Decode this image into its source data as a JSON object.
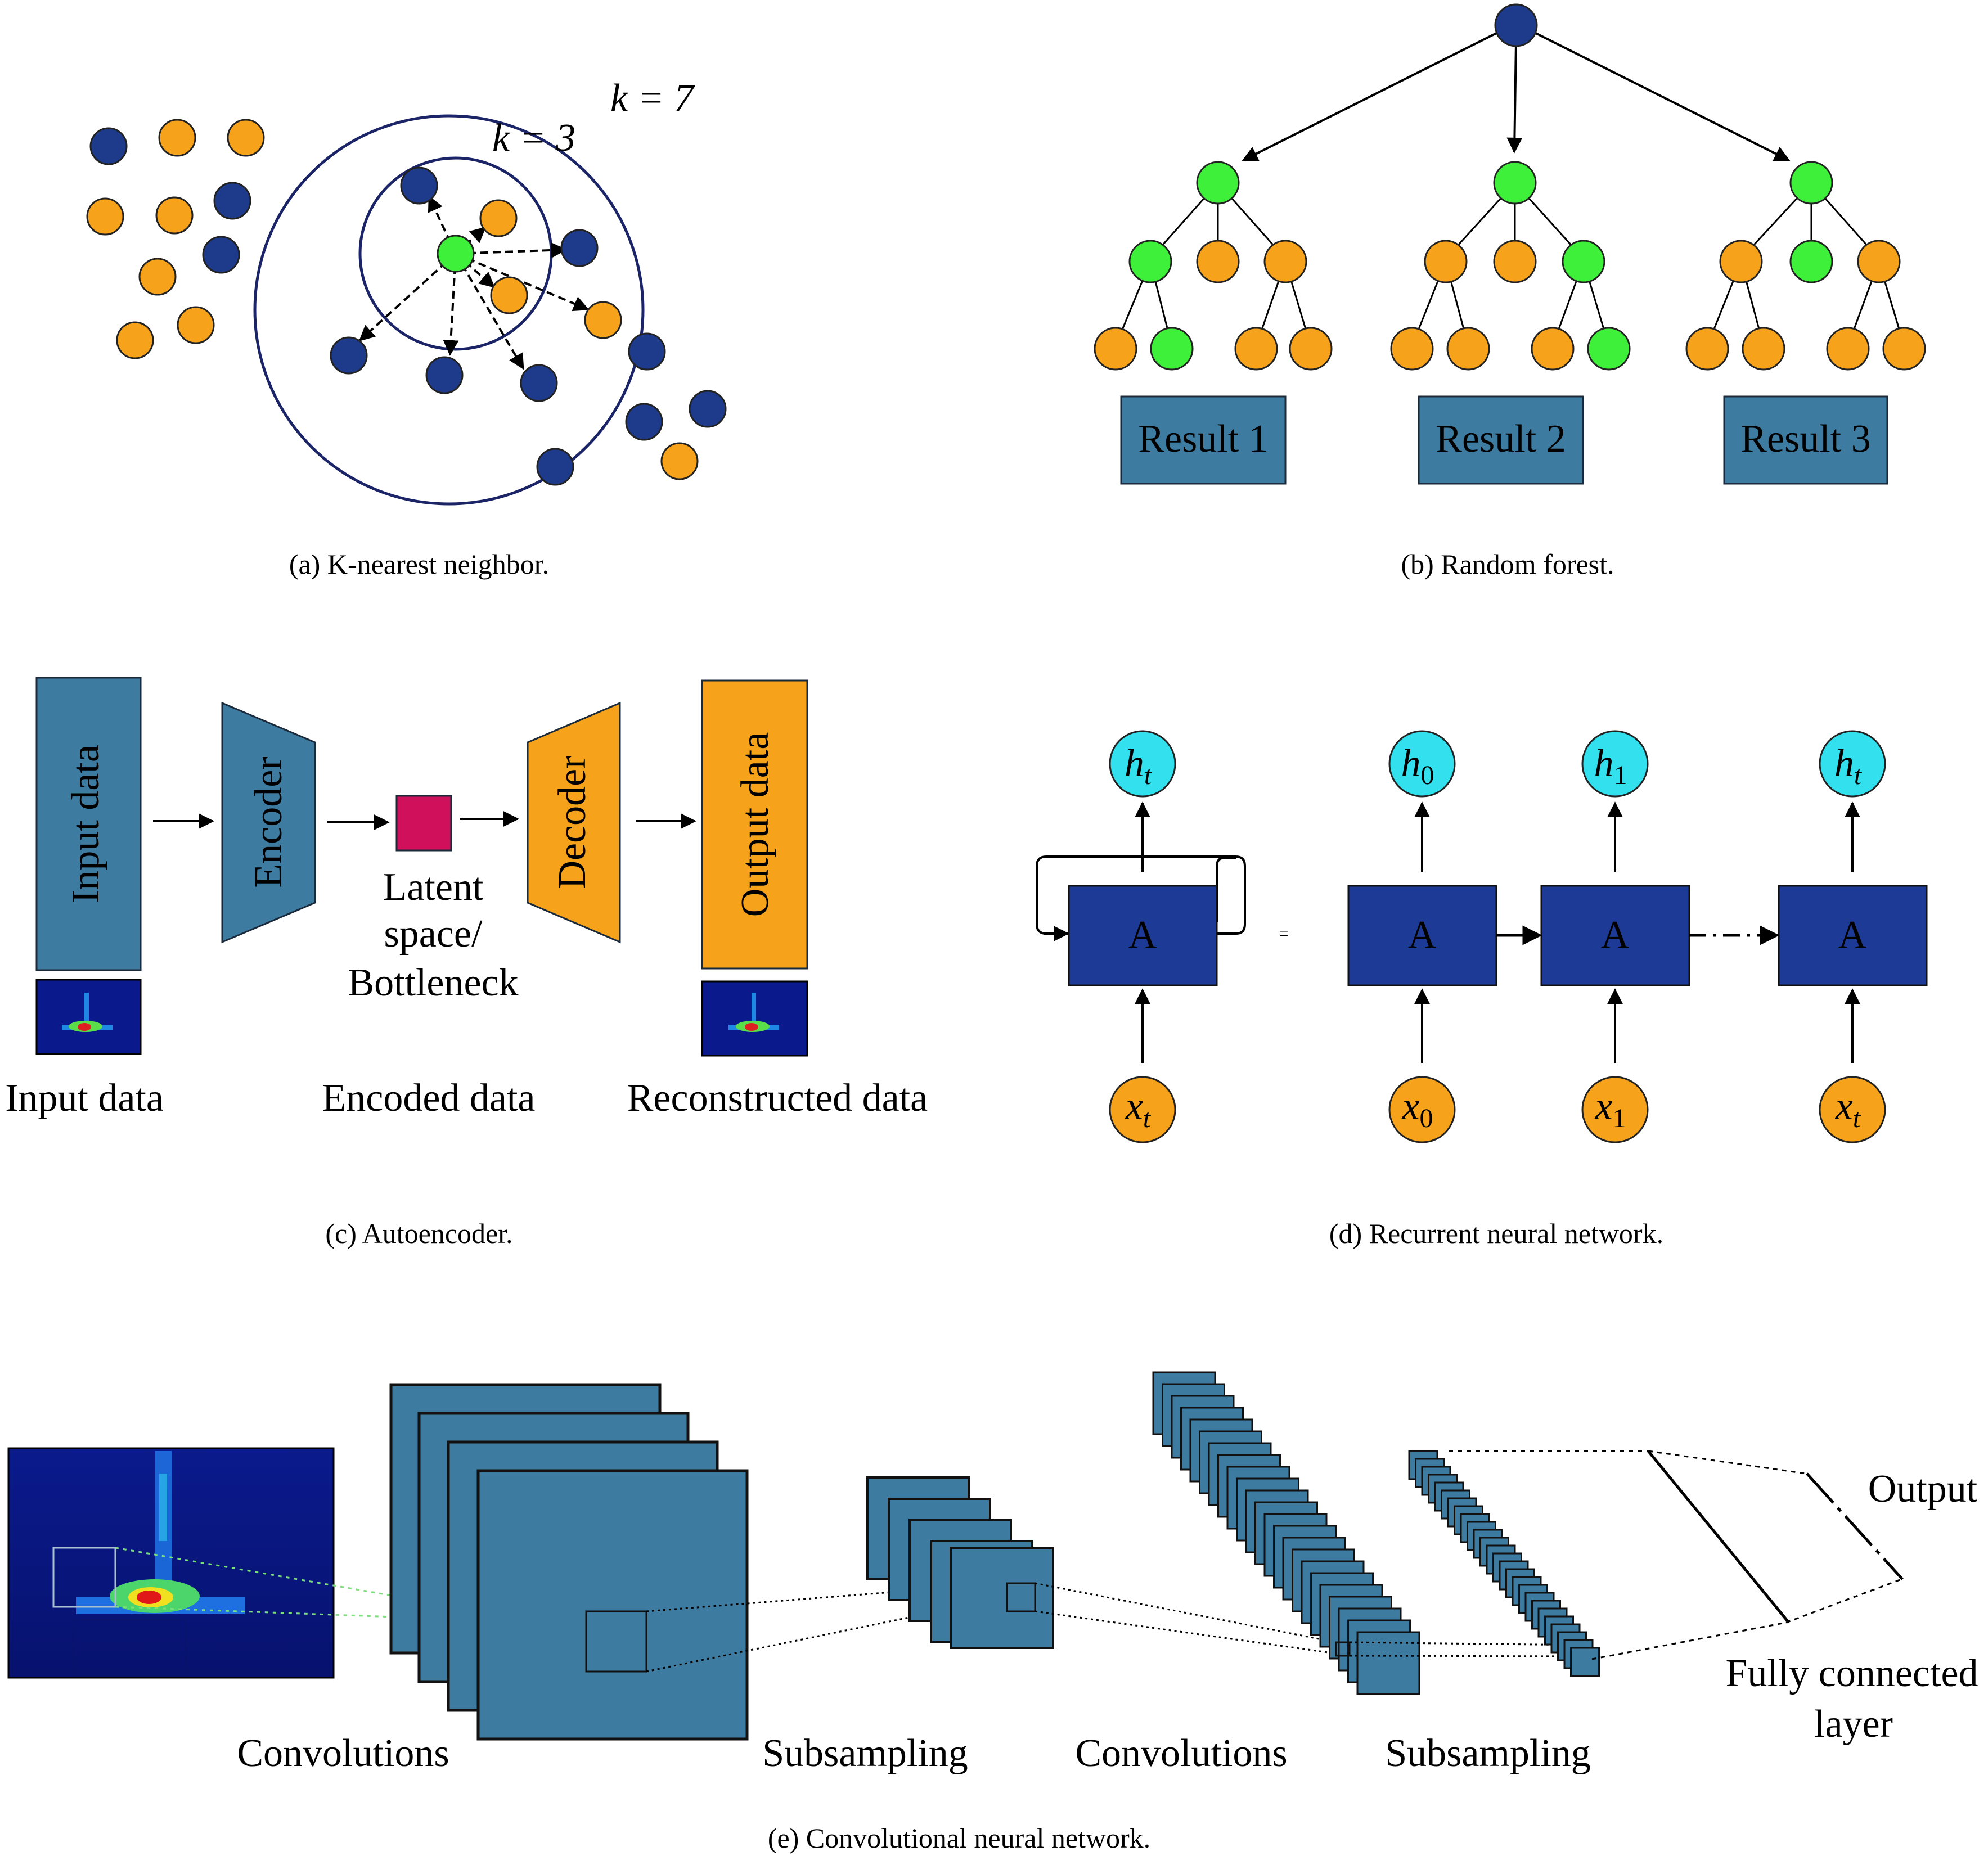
{
  "panel_a": {
    "caption": "(a) K-nearest neighbor.",
    "k_inner_label": "k = 3",
    "k_outer_label": "k = 7"
  },
  "panel_b": {
    "caption": "(b) Random forest.",
    "results": [
      "Result 1",
      "Result 2",
      "Result 3"
    ]
  },
  "panel_c": {
    "caption": "(c) Autoencoder.",
    "input_box": "Input data",
    "encoder": "Encoder",
    "decoder": "Decoder",
    "output_box": "Output data",
    "latent_lines": [
      "Latent",
      "space/",
      "Bottleneck"
    ],
    "bottom_labels": [
      "Input data",
      "Encoded data",
      "Reconstructed data"
    ]
  },
  "panel_d": {
    "caption": "(d) Recurrent neural network.",
    "cell_label": "A",
    "equals": "=",
    "h_labels": [
      "h",
      "h",
      "h",
      "h"
    ],
    "h_subs": [
      "t",
      "0",
      "1",
      "t"
    ],
    "x_labels": [
      "x",
      "x",
      "x",
      "x"
    ],
    "x_subs": [
      "t",
      "0",
      "1",
      "t"
    ]
  },
  "panel_e": {
    "caption": "(e) Convolutional neural network.",
    "labels": [
      "Convolutions",
      "Subsampling",
      "Convolutions",
      "Subsampling"
    ],
    "output": "Output",
    "fc_lines": [
      "Fully connected",
      "layer"
    ]
  },
  "colors": {
    "blue_node": "#1e3a8a",
    "orange_node": "#f7a21b",
    "green_node": "#3ef03a",
    "cyan_node": "#32e0ee",
    "steel": "#3e7ba0",
    "dark_blue_cell": "#1d3b96",
    "magenta": "#d0105a",
    "orange_box": "#f7a21b"
  }
}
